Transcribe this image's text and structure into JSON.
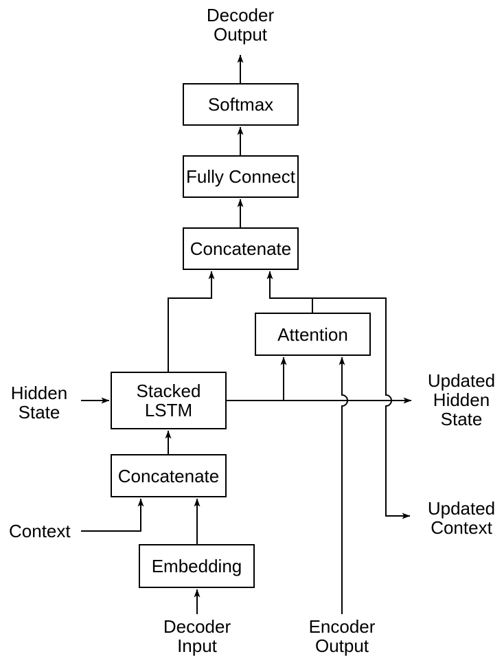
{
  "colors": {
    "background": "#ffffff",
    "stroke": "#000000",
    "text": "#000000",
    "node_fill": "#ffffff"
  },
  "nodes": {
    "softmax": {
      "label": "Softmax"
    },
    "fully_connect": {
      "label": "Fully Connect"
    },
    "concatenate_top": {
      "label": "Concatenate"
    },
    "attention": {
      "label": "Attention"
    },
    "stacked_lstm": {
      "label": "Stacked\nLSTM"
    },
    "concatenate_bottom": {
      "label": "Concatenate"
    },
    "embedding": {
      "label": "Embedding"
    }
  },
  "labels": {
    "decoder_output": {
      "text": "Decoder\nOutput"
    },
    "hidden_state": {
      "text": "Hidden\nState"
    },
    "context": {
      "text": "Context"
    },
    "decoder_input": {
      "text": "Decoder\nInput"
    },
    "encoder_output": {
      "text": "Encoder\nOutput"
    },
    "updated_hidden_state": {
      "text": "Updated\nHidden\nState"
    },
    "updated_context": {
      "text": "Updated\nContext"
    }
  },
  "edges": [
    {
      "from": "softmax",
      "to": "decoder_output"
    },
    {
      "from": "fully_connect",
      "to": "softmax"
    },
    {
      "from": "concatenate_top",
      "to": "fully_connect"
    },
    {
      "from": "stacked_lstm",
      "to": "concatenate_top"
    },
    {
      "from": "attention",
      "to": "concatenate_top"
    },
    {
      "from": "attention",
      "to": "updated_context"
    },
    {
      "from": "stacked_lstm",
      "to": "updated_hidden_state"
    },
    {
      "from": "stacked_lstm",
      "to": "attention"
    },
    {
      "from": "encoder_output",
      "to": "attention"
    },
    {
      "from": "hidden_state",
      "to": "stacked_lstm"
    },
    {
      "from": "concatenate_bottom",
      "to": "stacked_lstm"
    },
    {
      "from": "context",
      "to": "concatenate_bottom"
    },
    {
      "from": "embedding",
      "to": "concatenate_bottom"
    },
    {
      "from": "decoder_input",
      "to": "embedding"
    }
  ]
}
